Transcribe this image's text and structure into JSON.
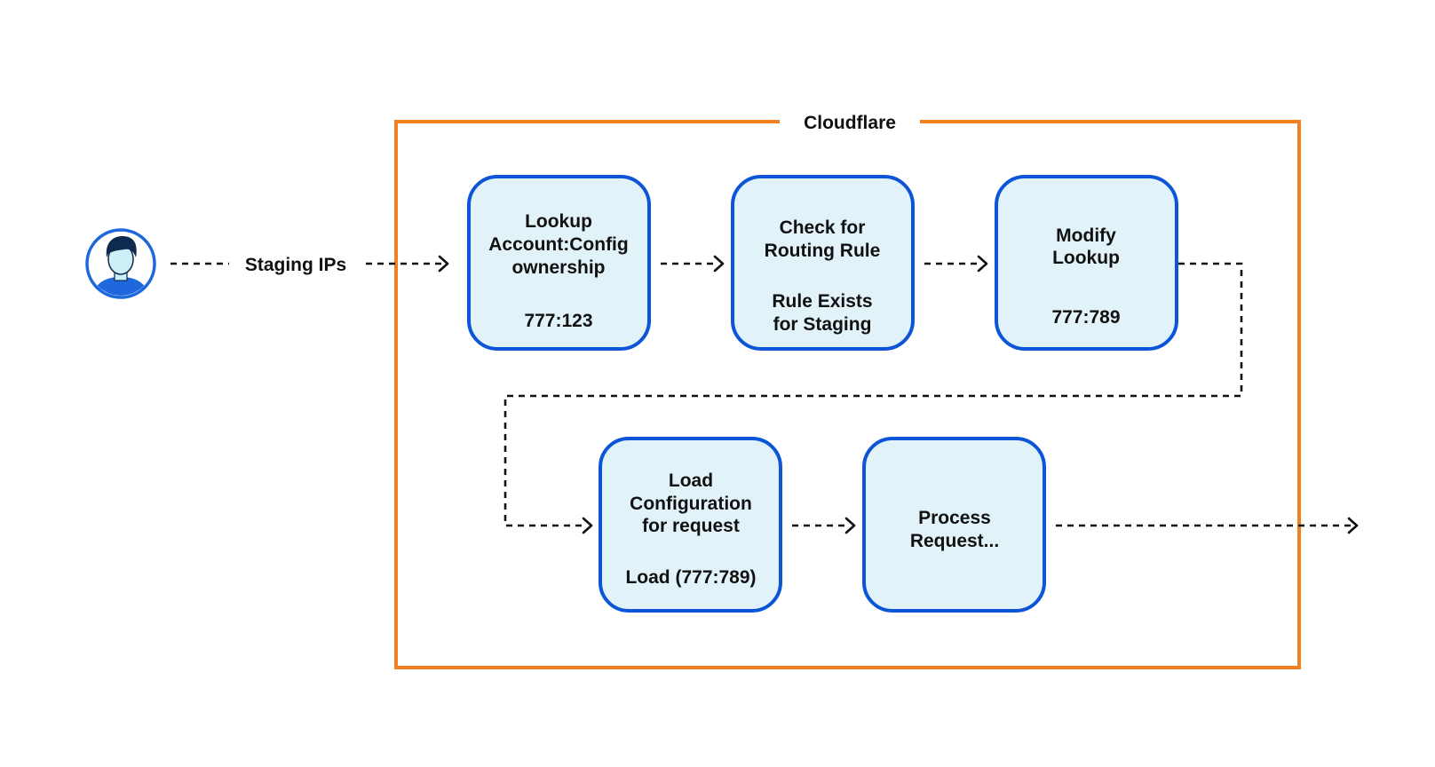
{
  "colors": {
    "boundary": "#F38020",
    "node_fill": "#E1F3F8",
    "node_stroke": "#0B55D6",
    "line": "#111111",
    "person_blue": "#1E67DD",
    "person_dark": "#0E2A4E",
    "person_face": "#CDEFF7"
  },
  "boundary": {
    "label": "Cloudflare"
  },
  "user": {
    "icon": "person-avatar-icon",
    "edge_label": "Staging IPs"
  },
  "nodes": {
    "lookup": {
      "line1": "Lookup",
      "line2": "Account:Config",
      "line3": "ownership",
      "value": "777:123"
    },
    "check": {
      "line1": "Check for",
      "line2": "Routing Rule",
      "line3": "Rule Exists",
      "line4": "for Staging"
    },
    "modify": {
      "line1": "Modify",
      "line2": "Lookup",
      "value": "777:789"
    },
    "load": {
      "line1": "Load",
      "line2": "Configuration",
      "line3": "for request",
      "value": "Load (777:789)"
    },
    "process": {
      "line1": "Process",
      "line2": "Request..."
    }
  }
}
